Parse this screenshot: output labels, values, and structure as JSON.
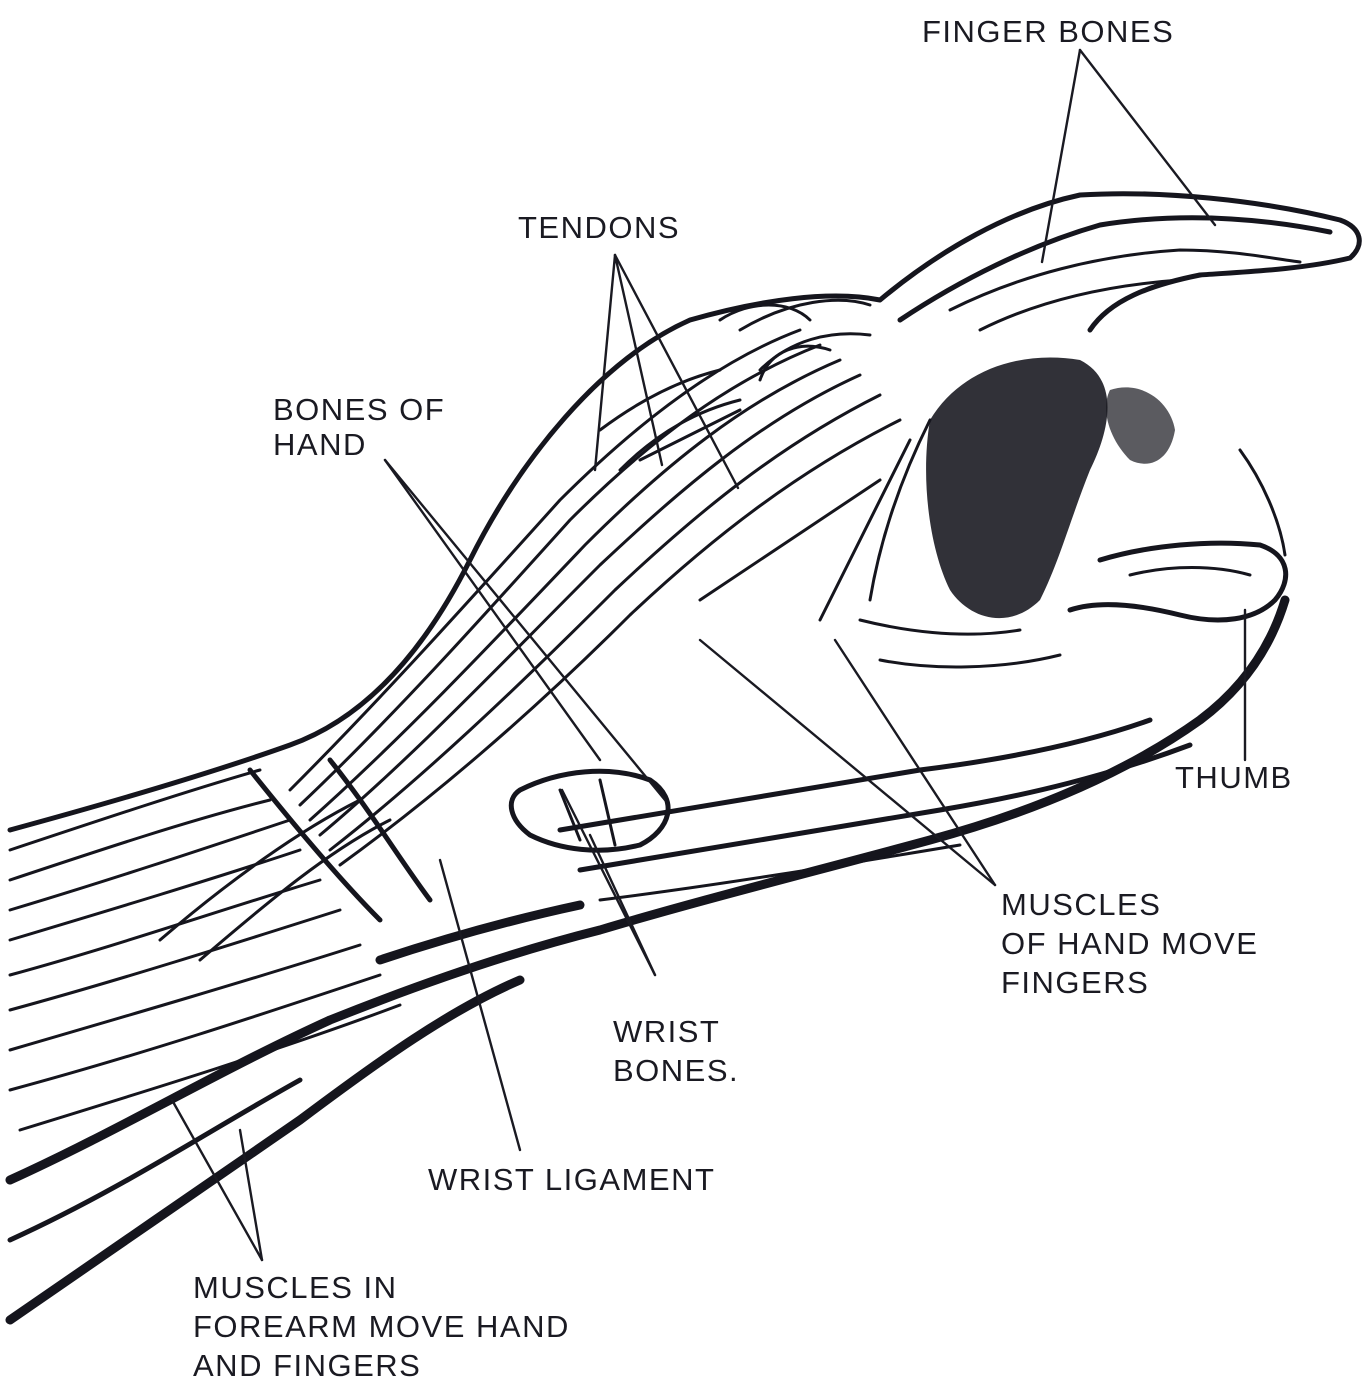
{
  "labels": {
    "finger_bones": "FINGER BONES",
    "tendons": "TENDONS",
    "bones_of_hand": [
      "BONES OF",
      "HAND"
    ],
    "thumb": "THUMB",
    "muscles_of_hand": [
      "MUSCLES",
      "OF HAND MOVE",
      "FINGERS"
    ],
    "wrist_bones": [
      "WRIST",
      "BONES."
    ],
    "wrist_ligament": "WRIST LIGAMENT",
    "muscles_in_forearm": [
      "MUSCLES IN",
      "FOREARM MOVE HAND",
      "AND FINGERS"
    ]
  },
  "colors": {
    "ink": "#15151d",
    "paper": "#ffffff"
  }
}
